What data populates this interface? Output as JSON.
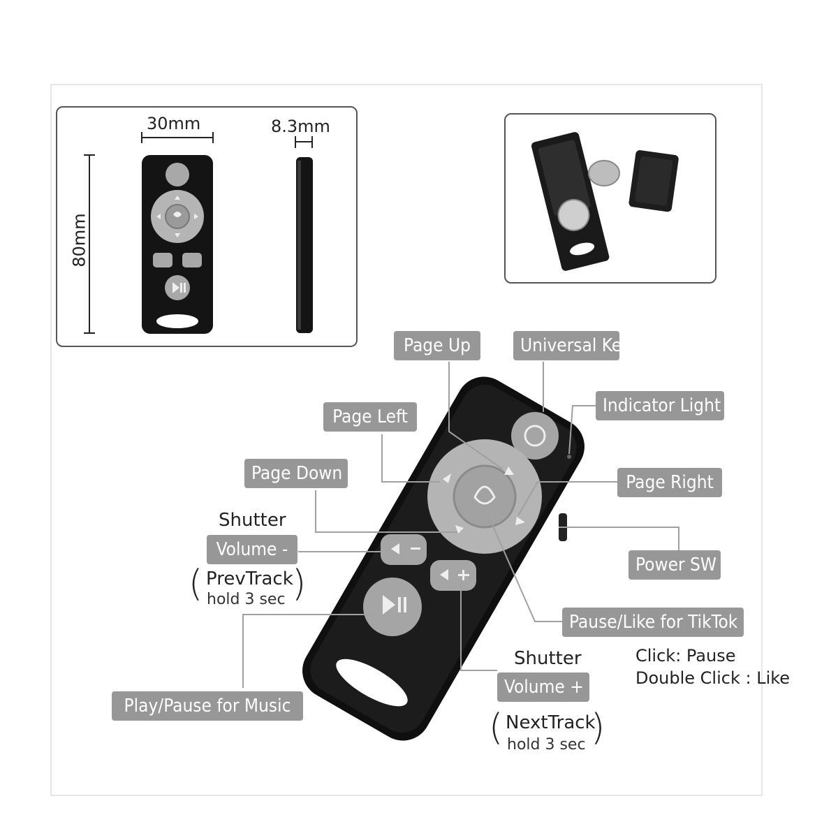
{
  "dimensions": {
    "width": "30mm",
    "thickness": "8.3mm",
    "height": "80mm"
  },
  "labels": {
    "page_up": "Page Up",
    "universal_key": "Universal Key",
    "indicator_light": "Indicator Light",
    "page_left": "Page Left",
    "page_down": "Page Down",
    "page_right": "Page Right",
    "power_sw": "Power SW",
    "pause_like": "Pause/Like for TikTok",
    "play_pause_music": "Play/Pause for Music",
    "volume_minus": "Volume -",
    "volume_plus": "Volume +"
  },
  "notes": {
    "shutter_left": "Shutter",
    "prev_track": "PrevTrack",
    "prev_hold": "hold 3 sec",
    "shutter_right": "Shutter",
    "next_track": "NextTrack",
    "next_hold": "hold 3 sec",
    "click_pause": "Click:  Pause",
    "double_click_like": "Double Click : Like"
  },
  "colors": {
    "label_bg": "#979797",
    "remote_body": "#111111",
    "button_gray": "#a9a9a9"
  }
}
